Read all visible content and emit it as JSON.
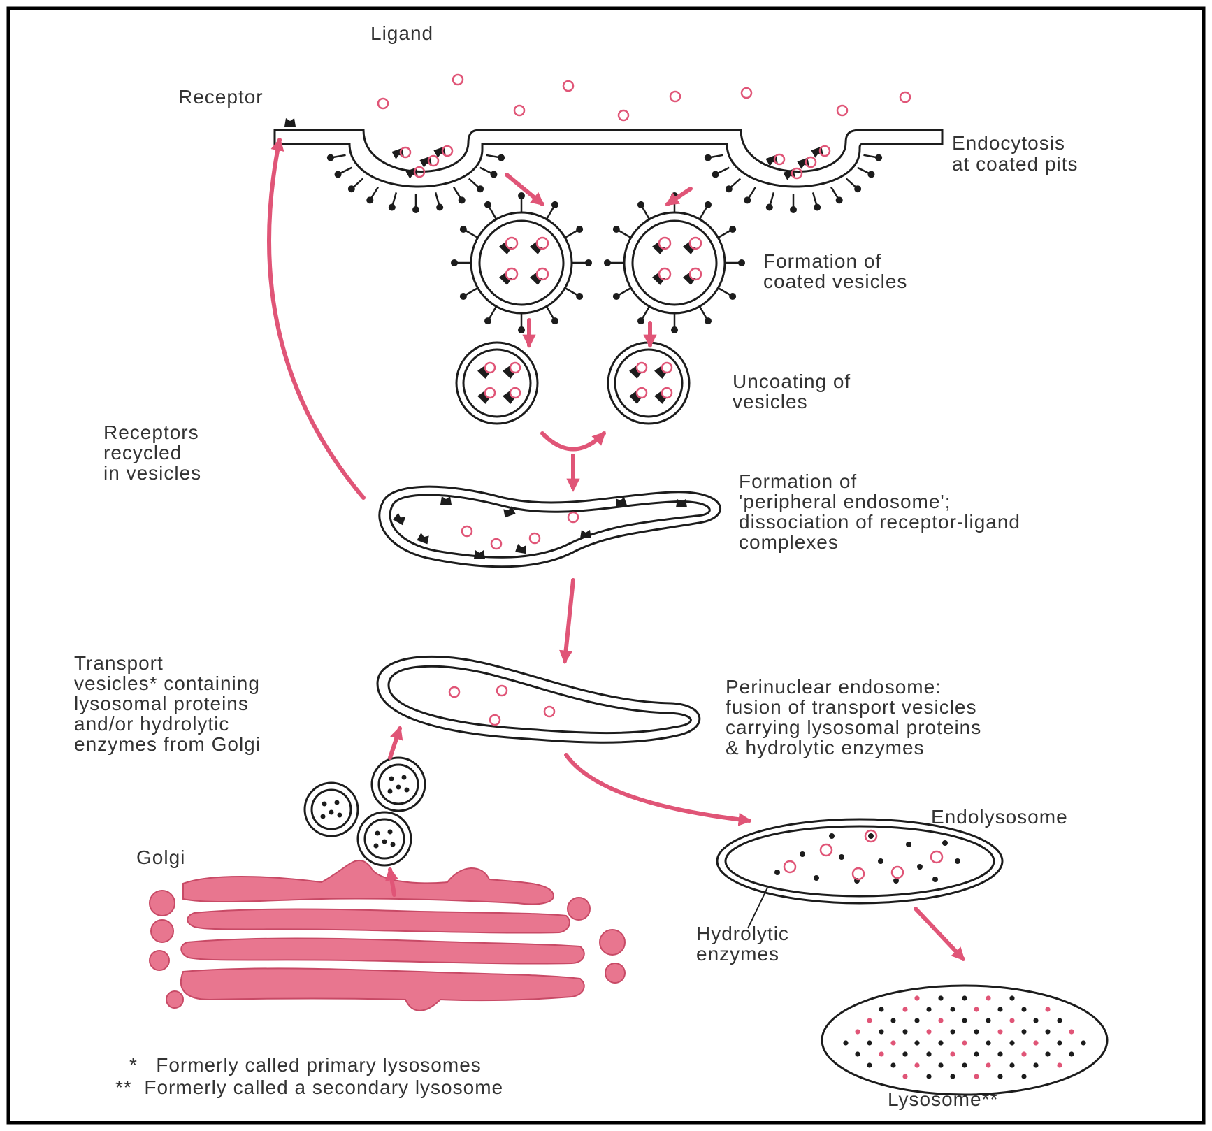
{
  "colors": {
    "pink": "#e05577",
    "pink_fill": "#e8768f",
    "ink": "#1c1c1c",
    "frame": "#000000"
  },
  "labels": {
    "ligand": "Ligand",
    "receptor": "Receptor",
    "endocytosis": [
      "Endocytosis",
      "at coated pits"
    ],
    "coated_vesicles": [
      "Formation of",
      "coated vesicles"
    ],
    "uncoating": [
      "Uncoating of",
      "vesicles"
    ],
    "receptors_recycled": [
      "Receptors",
      "recycled",
      "in vesicles"
    ],
    "peripheral_endosome": [
      "Formation of",
      "'peripheral endosome';",
      "dissociation of receptor-ligand",
      "complexes"
    ],
    "transport_vesicles": [
      "Transport",
      "vesicles* containing",
      "lysosomal proteins",
      "and/or hydrolytic",
      "enzymes from Golgi"
    ],
    "perinuclear_endosome": [
      "Perinuclear endosome:",
      "fusion of transport vesicles",
      "carrying lysosomal proteins",
      "& hydrolytic enzymes"
    ],
    "endolysosome": "Endolysosome",
    "golgi": "Golgi",
    "hydrolytic_enzymes": [
      "Hydrolytic",
      "enzymes"
    ],
    "lysosome": "Lysosome**",
    "footnote_1": "*   Formerly called primary lysosomes",
    "footnote_2": "**  Formerly called a secondary lysosome"
  }
}
